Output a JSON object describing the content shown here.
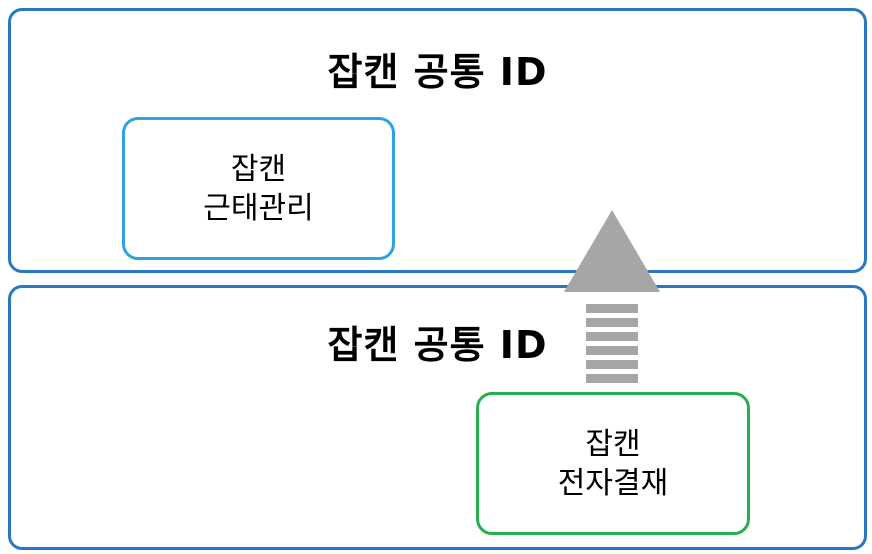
{
  "top_panel": {
    "title": "잡캔 공통 ID",
    "app": {
      "line1": "잡캔",
      "line2": "근태관리"
    }
  },
  "bottom_panel": {
    "title": "잡캔 공통 ID",
    "app": {
      "line1": "잡캔",
      "line2": "전자결재"
    }
  },
  "colors": {
    "panel_border": "#2a78c2",
    "attendance_border": "#2fa3e0",
    "payment_border": "#27ae4f",
    "arrow": "#a6a6a6"
  }
}
